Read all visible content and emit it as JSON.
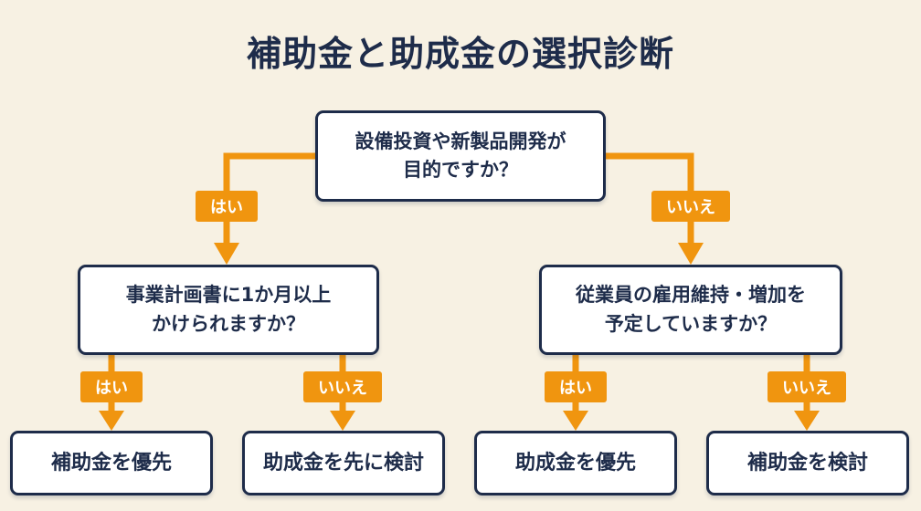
{
  "title": "補助金と助成金の選択診断",
  "root": {
    "line1": "設備投資や新製品開発が",
    "line2": "目的ですか？"
  },
  "left_question": {
    "line1": "事業計画書に1か月以上",
    "line2": "かけられますか？"
  },
  "right_question": {
    "line1": "従業員の雇用維持・増加を",
    "line2": "予定していますか？"
  },
  "labels": {
    "root_yes": "はい",
    "root_no": "いいえ",
    "left_yes": "はい",
    "left_no": "いいえ",
    "right_yes": "はい",
    "right_no": "いいえ"
  },
  "results": {
    "r1": "補助金を優先",
    "r2": "助成金を先に検討",
    "r3": "助成金を優先",
    "r4": "補助金を検討"
  },
  "colors": {
    "navy": "#1e2c4a",
    "orange": "#f0950f",
    "background": "#f7f1e3"
  }
}
